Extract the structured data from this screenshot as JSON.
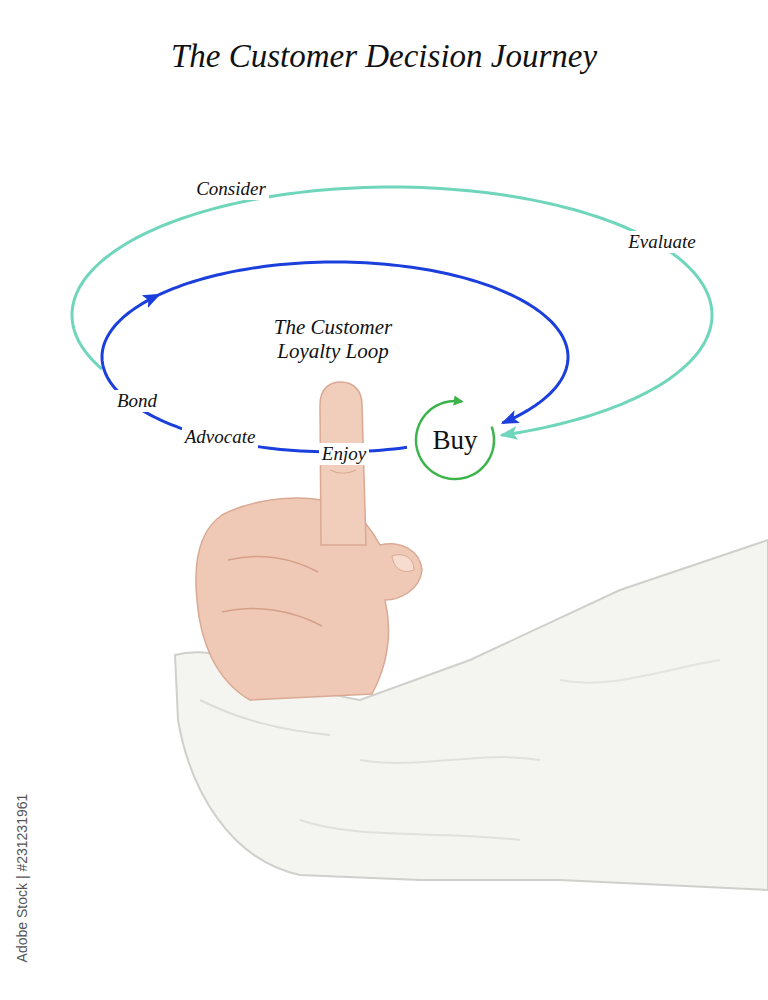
{
  "diagram": {
    "title": "The Customer Decision Journey",
    "nodes": [
      {
        "text": [
          "Buy"
        ]
      }
    ],
    "labels": [
      "Consider",
      "Evaluate",
      "The Customer Loyalty Loop",
      "Bond",
      "Advocate",
      "Enjoy",
      "Adobe Stock | #231231961"
    ]
  }
}
